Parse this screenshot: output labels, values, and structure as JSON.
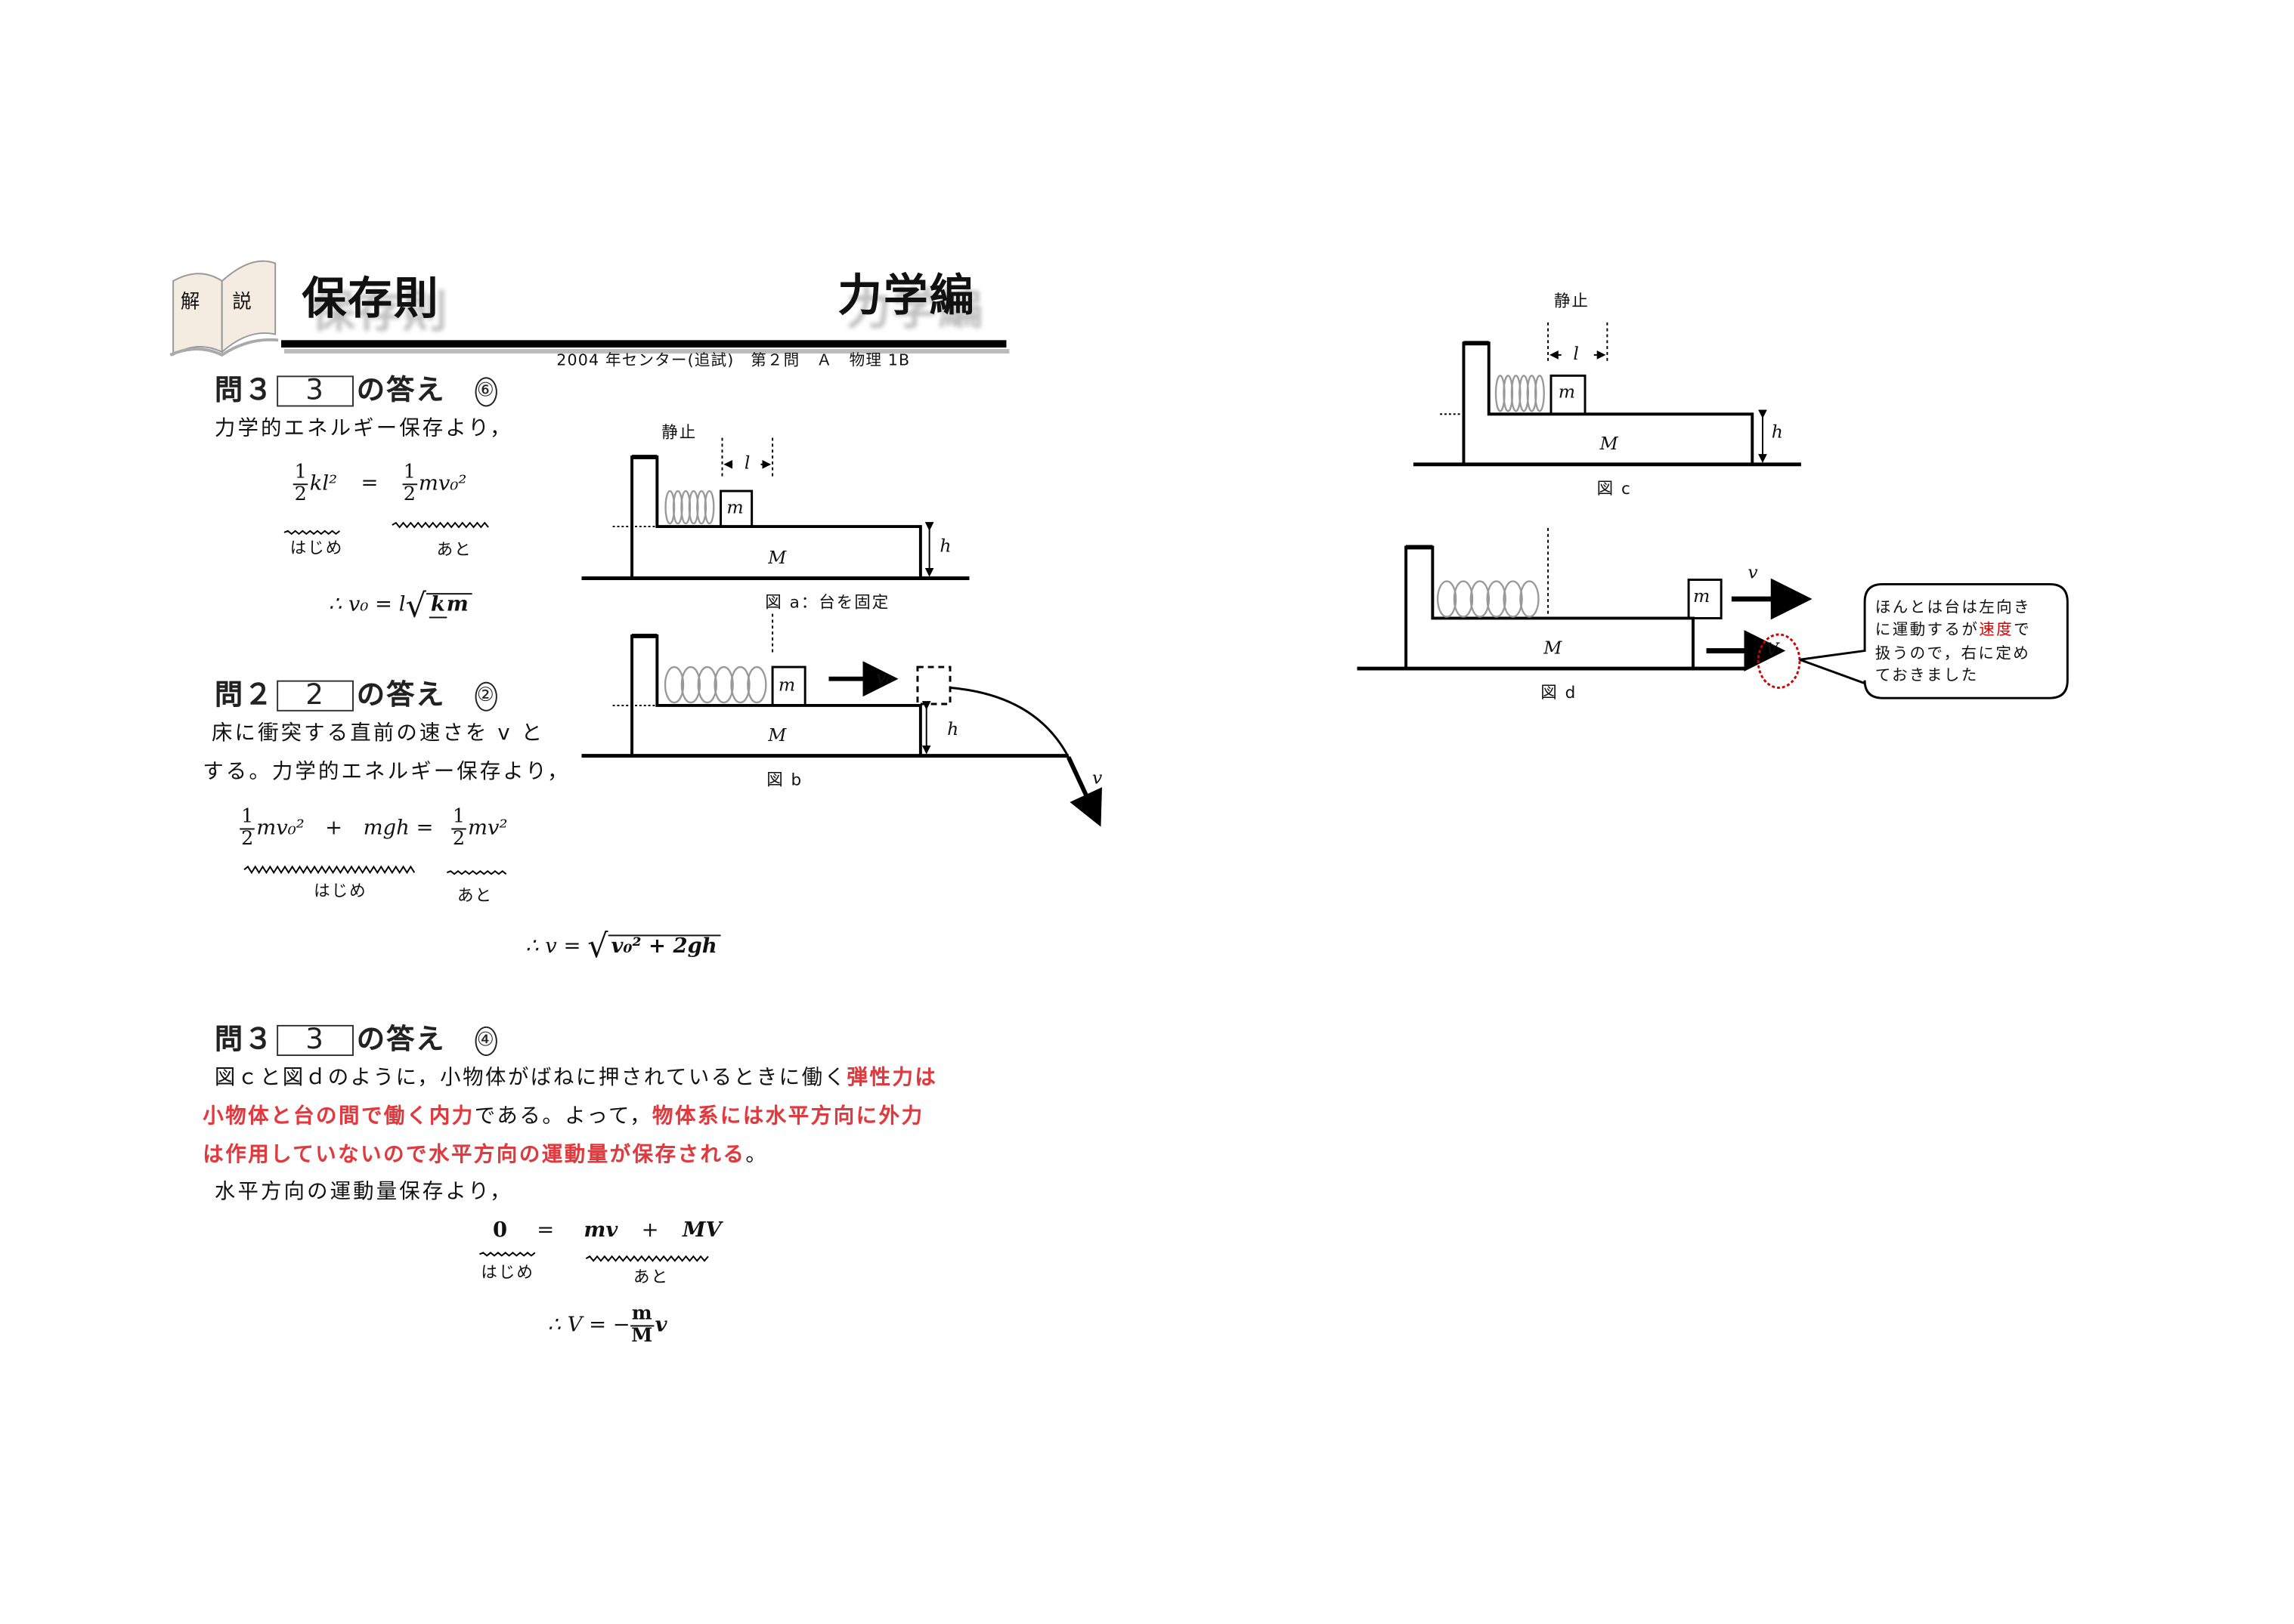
{
  "header": {
    "book_label_1": "解",
    "book_label_2": "説",
    "title": "保存則",
    "category": "力学編",
    "source": "2004 年センター(追試)　第２問　Ａ　物理 1B"
  },
  "q1": {
    "label": "問３",
    "box": "3",
    "suffix": "の答え",
    "answer": "⑥",
    "intro": "力学的エネルギー保存より，",
    "eq": {
      "one": "1",
      "two": "2",
      "lhs": "kl²",
      "eq": "=",
      "rhs": "mv₀²"
    },
    "before": "はじめ",
    "after": "あと",
    "result_prefix": "∴ v₀ = l",
    "result_num": "k",
    "result_den": "m"
  },
  "q2": {
    "label": "問２",
    "box": "2",
    "suffix": "の答え",
    "answer": "②",
    "line1": "床に衝突する直前の速さを v と",
    "line2": "する。力学的エネルギー保存より，",
    "eq": {
      "one": "1",
      "two": "2",
      "lhs": "mv₀²",
      "plus": "+",
      "mid": "mgh =",
      "rhs": "mv²"
    },
    "before": "はじめ",
    "after": "あと",
    "result_prefix": "∴ v =",
    "result_root": "v₀² + 2gh"
  },
  "q3": {
    "label": "問３",
    "box": "3",
    "suffix": "の答え",
    "answer": "④",
    "line1_plain": "図ｃと図ｄのように，小物体がばねに押されているときに働く",
    "line1_red": "弾性力は",
    "line2_red": "小物体と台の間で働く内力",
    "line2_plain": "である。よって，",
    "line2_red2": "物体系には水平方向に外力",
    "line3_red": "は作用していないので水平方向の運動量が保存される",
    "line3_plain": "。",
    "line4": "水平方向の運動量保存より，",
    "eq": {
      "lhs": "0",
      "eq": "=",
      "t1": "mv",
      "plus": "+",
      "t2": "MV"
    },
    "before": "はじめ",
    "after": "あと",
    "result_prefix": "∴ V = −",
    "result_num": "m",
    "result_den": "M",
    "result_suffix": "v"
  },
  "figures": {
    "a": {
      "rest": "静止",
      "l": "l",
      "m": "m",
      "M": "M",
      "h": "h",
      "caption": "図 a：台を固定"
    },
    "b": {
      "m": "m",
      "v0": "v₀",
      "M": "M",
      "h": "h",
      "v": "v",
      "caption": "図 b"
    },
    "c": {
      "rest": "静止",
      "l": "l",
      "m": "m",
      "M": "M",
      "h": "h",
      "caption": "図 c"
    },
    "d": {
      "m": "m",
      "v": "v",
      "V": "V",
      "M": "M",
      "caption": "図 d",
      "note_1": "ほんとは台は左向き",
      "note_2a": "に運動するが",
      "note_2red": "速度",
      "note_2b": "で",
      "note_3": "扱うので，右に定め",
      "note_4": "ておきました"
    }
  },
  "colors": {
    "red": "#e0393e",
    "callout_red": "#d40000"
  }
}
